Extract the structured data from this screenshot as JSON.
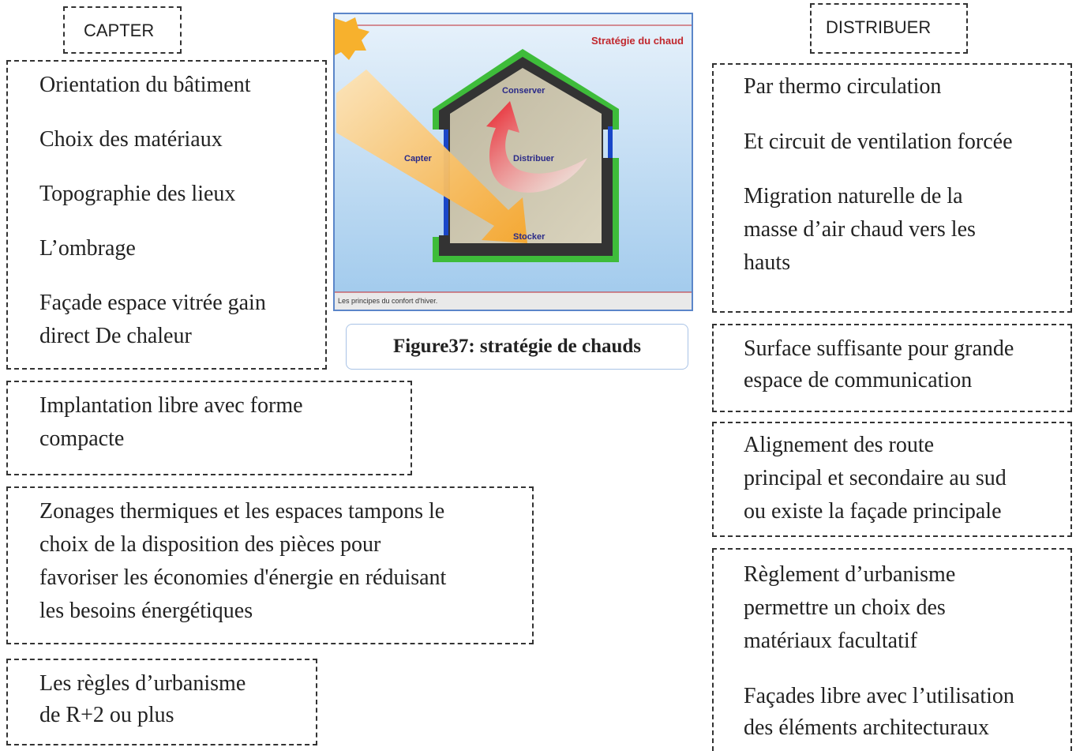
{
  "left_title": "CAPTER",
  "right_title": "DISTRIBUER",
  "capter_items": [
    "Orientation du bâtiment",
    "Choix des matériaux",
    "Topographie des lieux",
    "L’ombrage",
    "Façade espace vitrée gain",
    "direct De chaleur"
  ],
  "implantation": [
    "Implantation libre avec forme",
    "compacte"
  ],
  "zonages": [
    "Zonages thermiques et les espaces tampons le",
    "choix de la disposition des pièces pour",
    "favoriser les économies d'énergie en réduisant",
    "les besoins énergétiques"
  ],
  "regles": [
    "Les règles d’urbanisme",
    "de R+2 ou plus"
  ],
  "distribuer_items": [
    "Par thermo circulation",
    "Et circuit de ventilation forcée",
    "Migration naturelle de la",
    "masse d’air chaud vers les",
    "hauts"
  ],
  "surface": [
    "Surface suffisante pour grande",
    "espace de communication"
  ],
  "alignement": [
    "Alignement des route",
    "principal et secondaire au  sud",
    "ou existe la façade principale"
  ],
  "reglement": [
    "Règlement d’urbanisme",
    "permettre un choix des",
    "matériaux facultatif",
    "Façades libre avec l’utilisation",
    "des éléments architecturaux"
  ],
  "figure": {
    "title": "Stratégie du chaud",
    "conserver": "Conserver",
    "capter": "Capter",
    "distribuer": "Distribuer",
    "stocker": "Stocker",
    "footer": "Les principes du confort d'hiver."
  },
  "caption": "Figure37: stratégie de chauds"
}
